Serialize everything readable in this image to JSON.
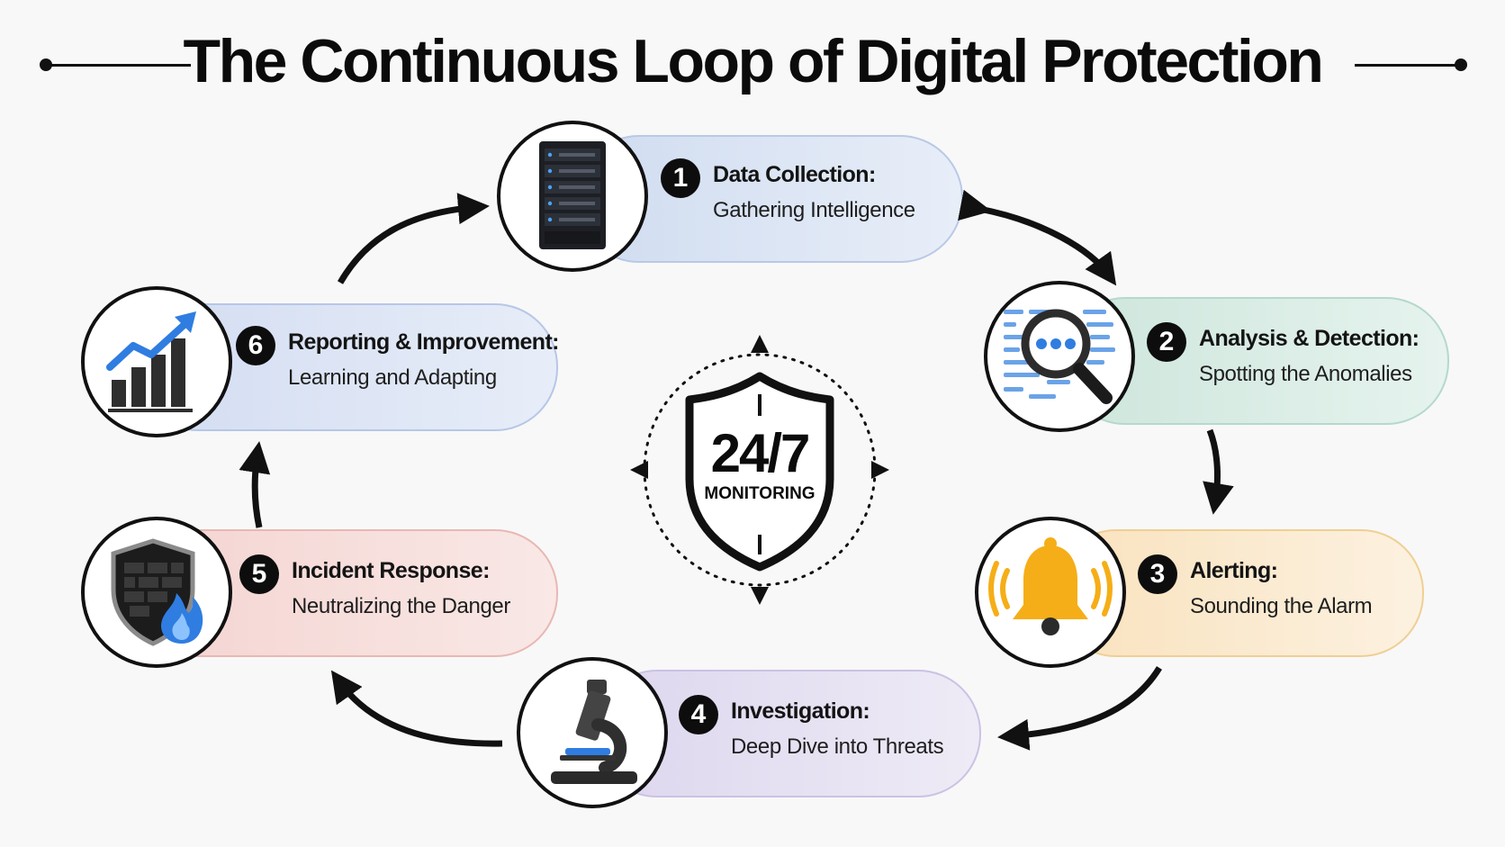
{
  "title": "The Continuous Loop of Digital Protection",
  "center": {
    "headline": "24/7",
    "label": "MONITORING"
  },
  "steps": [
    {
      "number": "1",
      "heading": "Data Collection:",
      "subtitle": "Gathering Intelligence",
      "icon": "server-rack-icon",
      "tint": "#dde6f5"
    },
    {
      "number": "2",
      "heading": "Analysis & Detection:",
      "subtitle": "Spotting the Anomalies",
      "icon": "magnifier-data-icon",
      "tint": "#dceee7"
    },
    {
      "number": "3",
      "heading": "Alerting:",
      "subtitle": "Sounding the Alarm",
      "icon": "alarm-bell-icon",
      "tint": "#fbecd3"
    },
    {
      "number": "4",
      "heading": "Investigation:",
      "subtitle": "Deep Dive into Threats",
      "icon": "microscope-icon",
      "tint": "#e6e2f2"
    },
    {
      "number": "5",
      "heading": "Incident Response:",
      "subtitle": "Neutralizing the Danger",
      "icon": "firewall-shield-fire-icon",
      "tint": "#f7e1df"
    },
    {
      "number": "6",
      "heading": "Reporting & Improvement:",
      "subtitle": "Learning and Adapting",
      "icon": "growth-chart-icon",
      "tint": "#dfe7f6"
    }
  ],
  "colors": {
    "ink": "#111111",
    "accent_blue": "#2f7de1",
    "bell_yellow": "#f5ae17"
  }
}
